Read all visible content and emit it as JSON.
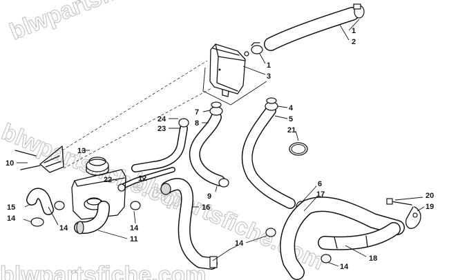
{
  "watermarks": [
    "blwpartsfiche.com",
    "blwpartsfiche.com",
    "blwpartsfiche.com",
    "blwpartsfiche.com"
  ],
  "callouts": [
    {
      "id": "c1a",
      "text": "1"
    },
    {
      "id": "c2",
      "text": "2"
    },
    {
      "id": "c1b",
      "text": "1"
    },
    {
      "id": "c3",
      "text": "3"
    },
    {
      "id": "c4",
      "text": "4"
    },
    {
      "id": "c5",
      "text": "5"
    },
    {
      "id": "c21",
      "text": "21"
    },
    {
      "id": "c7",
      "text": "7"
    },
    {
      "id": "c8",
      "text": "8"
    },
    {
      "id": "c24",
      "text": "24"
    },
    {
      "id": "c23",
      "text": "23"
    },
    {
      "id": "c13",
      "text": "13"
    },
    {
      "id": "c10",
      "text": "10"
    },
    {
      "id": "c22",
      "text": "22"
    },
    {
      "id": "c12",
      "text": "12"
    },
    {
      "id": "c9",
      "text": "9"
    },
    {
      "id": "c16",
      "text": "16"
    },
    {
      "id": "c15",
      "text": "15"
    },
    {
      "id": "c14a",
      "text": "14"
    },
    {
      "id": "c14b",
      "text": "14"
    },
    {
      "id": "c14c",
      "text": "14"
    },
    {
      "id": "c11",
      "text": "11"
    },
    {
      "id": "c6",
      "text": "6"
    },
    {
      "id": "c17",
      "text": "17"
    },
    {
      "id": "c20",
      "text": "20"
    },
    {
      "id": "c19",
      "text": "19"
    },
    {
      "id": "c14d",
      "text": "14"
    },
    {
      "id": "c18",
      "text": "18"
    },
    {
      "id": "c14e",
      "text": "14"
    }
  ]
}
